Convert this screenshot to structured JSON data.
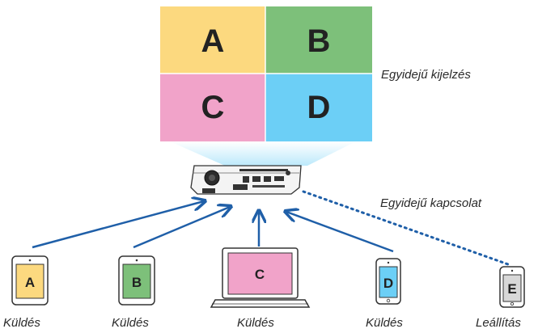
{
  "screen": {
    "quadrants": [
      {
        "letter": "A",
        "color": "#FCD97F"
      },
      {
        "letter": "B",
        "color": "#7DC07A"
      },
      {
        "letter": "C",
        "color": "#F1A3C9"
      },
      {
        "letter": "D",
        "color": "#6CCFF6"
      }
    ],
    "caption": "Egyidejű kijelzés"
  },
  "connection_caption": "Egyidejű kapcsolat",
  "beam_color": "#BCE9FB",
  "arrow_color": "#1F5FA8",
  "devices": [
    {
      "type": "tablet",
      "letter": "A",
      "color": "#FCD97F",
      "label": "Küldés"
    },
    {
      "type": "tablet",
      "letter": "B",
      "color": "#7DC07A",
      "label": "Küldés"
    },
    {
      "type": "laptop",
      "letter": "C",
      "color": "#F1A3C9",
      "label": "Küldés"
    },
    {
      "type": "phone",
      "letter": "D",
      "color": "#6CCFF6",
      "label": "Küldés"
    },
    {
      "type": "phone",
      "letter": "E",
      "color": "#D8D8D8",
      "label": "Leállítás"
    }
  ]
}
